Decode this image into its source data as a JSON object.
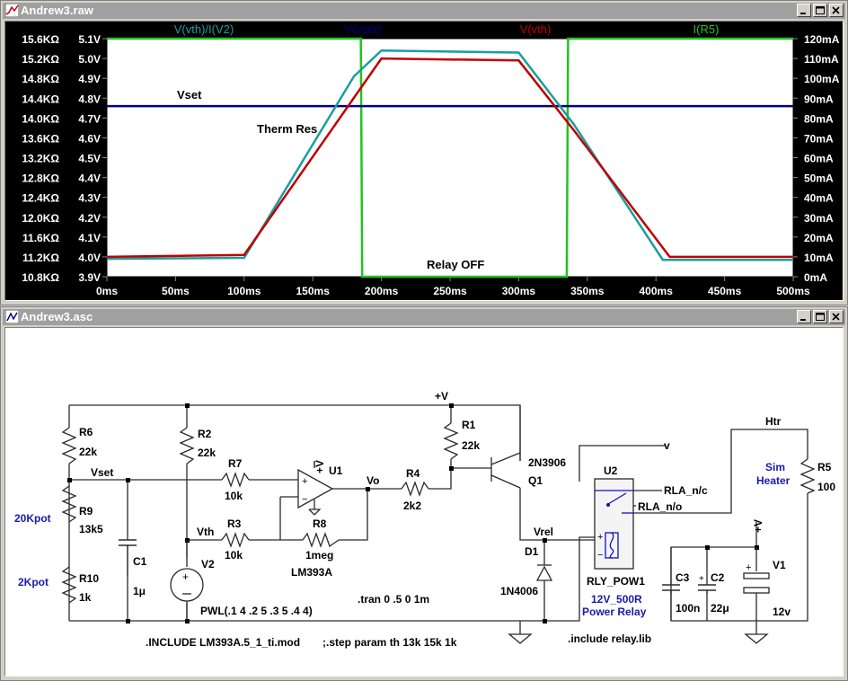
{
  "plot_window": {
    "title": "Andrew3.raw",
    "traces": [
      {
        "label": "V(vth)/I(V2)",
        "color": "#1a9e9e"
      },
      {
        "label": "V(vset)",
        "color": "#00008b"
      },
      {
        "label": "V(vth)",
        "color": "#c00000"
      },
      {
        "label": "I(R5)",
        "color": "#22c322"
      }
    ],
    "annotations": {
      "vset": "Vset",
      "therm": "Therm Res",
      "relay": "Relay OFF"
    }
  },
  "chart_data": {
    "type": "line",
    "x_ticks": [
      "0ms",
      "50ms",
      "100ms",
      "150ms",
      "200ms",
      "250ms",
      "300ms",
      "350ms",
      "400ms",
      "450ms",
      "500ms"
    ],
    "xlim": [
      0,
      500
    ],
    "left_axis_ohms": [
      "15.6KΩ",
      "15.2KΩ",
      "14.8KΩ",
      "14.4KΩ",
      "14.0KΩ",
      "13.6KΩ",
      "13.2KΩ",
      "12.8KΩ",
      "12.4KΩ",
      "12.0KΩ",
      "11.6KΩ",
      "11.2KΩ",
      "10.8KΩ"
    ],
    "left_axis_volts": [
      "5.1V",
      "5.0V",
      "4.9V",
      "4.8V",
      "4.7V",
      "4.6V",
      "4.5V",
      "4.4V",
      "4.3V",
      "4.2V",
      "4.1V",
      "4.0V",
      "3.9V"
    ],
    "ylim_volts": [
      3.9,
      5.1
    ],
    "right_axis": [
      "120mA",
      "110mA",
      "100mA",
      "90mA",
      "80mA",
      "70mA",
      "60mA",
      "50mA",
      "40mA",
      "30mA",
      "20mA",
      "10mA",
      "0mA"
    ],
    "ylim_mA": [
      0,
      120
    ],
    "series": [
      {
        "name": "V(vth)/I(V2)",
        "axis": "volts",
        "x": [
          0,
          100,
          180,
          200,
          300,
          340,
          405,
          500
        ],
        "y": [
          3.99,
          3.995,
          4.91,
          5.04,
          5.03,
          4.67,
          3.985,
          3.985
        ]
      },
      {
        "name": "V(vset)",
        "axis": "volts",
        "x": [
          0,
          500
        ],
        "y": [
          4.76,
          4.76
        ]
      },
      {
        "name": "V(vth)",
        "axis": "volts",
        "x": [
          0,
          100,
          200,
          300,
          340,
          410,
          500
        ],
        "y": [
          4.0,
          4.01,
          5.0,
          4.99,
          4.64,
          4.0,
          4.0
        ]
      },
      {
        "name": "I(R5)",
        "axis": "mA",
        "x": [
          0,
          185,
          186,
          335,
          336,
          500
        ],
        "y": [
          120,
          120,
          0,
          0,
          120,
          120
        ]
      }
    ]
  },
  "schematic_window": {
    "title": "Andrew3.asc",
    "labels": {
      "r6": "R6",
      "r6v": "22k",
      "r2": "R2",
      "r2v": "22k",
      "r1": "R1",
      "r1v": "22k",
      "vplus": "+V",
      "vset": "Vset",
      "r9": "R9",
      "r9v": "13k5",
      "pot20": "20Kpot",
      "r10": "R10",
      "r10v": "1k",
      "pot2": "2Kpot",
      "c1": "C1",
      "c1v": "1μ",
      "r7": "R7",
      "r7v": "10k",
      "r3": "R3",
      "r3v": "10k",
      "vth": "Vth",
      "v2": "V2",
      "u1": "U1",
      "u1v": "LM393A",
      "r8": "R8",
      "r8v": "1meg",
      "vo": "Vo",
      "r4": "R4",
      "r4v": "2k2",
      "q1n": "2N3906",
      "q1": "Q1",
      "d1": "D1",
      "d1v": "1N4006",
      "vrel": "Vrel",
      "u2": "U2",
      "rla_nc": "RLA_n/c",
      "rla_no": "RLA_n/o",
      "rly": "RLY_POW1",
      "rlyv": "12V_500R",
      "rlyd": "Power Relay",
      "vdot": "v",
      "htr": "Htr",
      "sim1": "Sim",
      "sim2": "Heater",
      "r5": "R5",
      "r5v": "100",
      "c3": "C3",
      "c3v": "100n",
      "c2": "C2",
      "c2v": "22μ",
      "v1": "V1",
      "v1v": "12v",
      "vplus2": "+V",
      "pwl": "PWL(.1 4 .2 5 .3 5 .4 4)",
      "tran": ".tran 0 .5 0 1m",
      "incl": ".INCLUDE LM393A.5_1_ti.mod",
      "step": ";.step param th 13k 15k 1k",
      "relaylib": ".include relay.lib",
      "vplus3": "+V"
    }
  }
}
